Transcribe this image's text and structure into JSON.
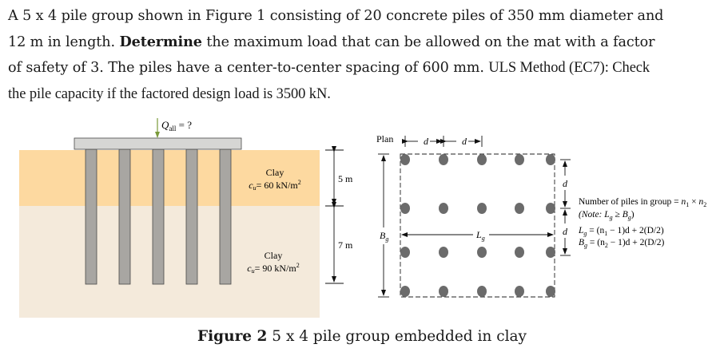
{
  "problem": {
    "line1": "A 5 x 4 pile group shown in Figure 1 consisting of 20 concrete piles of 350 mm diameter and",
    "line2_pre": "12 m in length. ",
    "line2_bold": "Determine",
    "line2_post": " the maximum load that can be allowed on the mat with a factor",
    "line3_pre": "of safety of 3. The piles have a center-to-center spacing of 600 mm. ",
    "line3_post": "ULS Method (EC7): Check",
    "line4_pre": "the pile capacity if the factored design load is 3500 kN."
  },
  "section_view": {
    "load_label": "Q",
    "load_subscript": "all",
    "load_value": " = ?",
    "upper_layer": {
      "name": "Clay",
      "cu_label": "c",
      "cu_sub": "u",
      "cu_value": "= 60 kN/m",
      "cu_exp": "2",
      "thickness": "5 m"
    },
    "lower_layer": {
      "name": "Clay",
      "cu_label": "c",
      "cu_sub": "u",
      "cu_value": "= 90 kN/m",
      "cu_exp": "2",
      "thickness": "7 m"
    },
    "pile_count_shown": 5,
    "colors": {
      "upper_soil": "#fdd9a0",
      "lower_soil": "#f4eadb",
      "pile": "#a8a6a2",
      "cap": "#d6d6d4",
      "arrow": "#7a9a3a"
    }
  },
  "plan_view": {
    "title": "Plan",
    "spacing_label": "d",
    "length_label": "L",
    "length_sub": "g",
    "width_label": "B",
    "width_sub": "g",
    "rows": 4,
    "cols": 5,
    "pile_color": "#6b6b6b"
  },
  "notes": {
    "line1_pre": "Number of piles in group = ",
    "line1_n1": "n",
    "line1_n1_sub": "1",
    "line1_times": " × ",
    "line1_n2": "n",
    "line1_n2_sub": "2",
    "line2": "(Note: L",
    "line2_sub1": "g",
    "line2_mid": " ≥ B",
    "line2_sub2": "g",
    "line2_end": ")",
    "lg_formula_pre": "L",
    "lg_sub": "g",
    "lg_formula": " = (n",
    "lg_n_sub": "1",
    "lg_formula_end": " − 1)d + 2(D/2)",
    "bg_formula_pre": "B",
    "bg_sub": "g",
    "bg_formula": " = (n",
    "bg_n_sub": "2",
    "bg_formula_end": " − 1)d + 2(D/2)"
  },
  "caption": {
    "label": "Figure 2",
    "text": " 5 x 4 pile group embedded in clay"
  }
}
